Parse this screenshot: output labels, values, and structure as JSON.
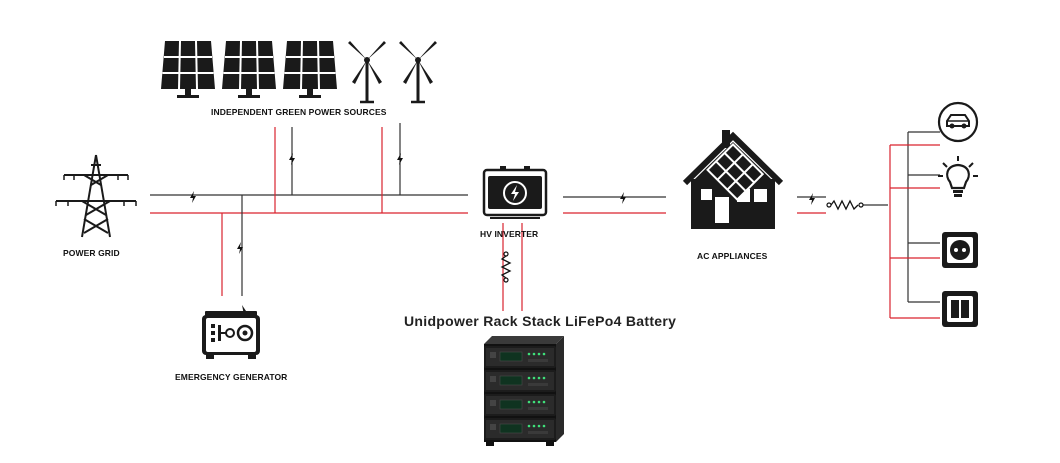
{
  "labels": {
    "green_sources": "INDEPENDENT GREEN POWER SOURCES",
    "power_grid": "POWER GRID",
    "hv_inverter": "HV INVERTER",
    "ac_appliances": "AC APPLIANCES",
    "emergency_generator": "EMERGENCY GENERATOR",
    "battery_title": "Unidpower Rack Stack LiFePo4 Battery"
  },
  "icons": {
    "grid": "power-pylon-icon",
    "solar": "solar-panel-icon",
    "wind": "wind-turbine-icon",
    "inverter": "inverter-icon",
    "house": "solar-house-icon",
    "generator": "generator-icon",
    "battery": "battery-rack-icon",
    "car": "electric-car-icon",
    "bulb": "light-bulb-icon",
    "socket": "power-socket-icon",
    "switch": "light-switch-icon"
  },
  "colors": {
    "line_dark": "#333333",
    "line_red": "#d9232e",
    "icon": "#1a1a1a"
  }
}
